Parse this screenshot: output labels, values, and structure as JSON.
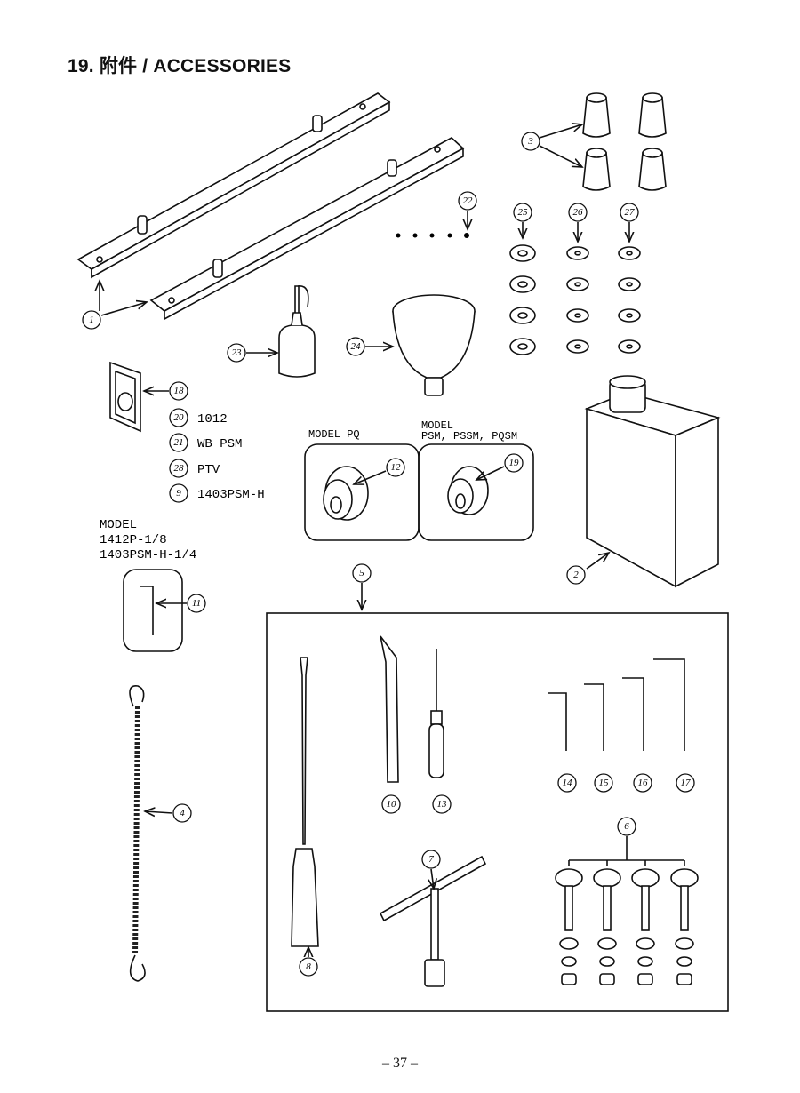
{
  "title": "19. 附件 / ACCESSORIES",
  "callouts": [
    "1",
    "2",
    "3",
    "4",
    "5",
    "6",
    "7",
    "8",
    "9",
    "10",
    "11",
    "12",
    "13",
    "14",
    "15",
    "16",
    "17",
    "18",
    "19",
    "20",
    "21",
    "22",
    "23",
    "24",
    "25",
    "26",
    "27",
    "28"
  ],
  "notes": {
    "n20": "1012",
    "n21": "WB  PSM",
    "n28": "PTV",
    "n9": "1403PSM-H",
    "model_11_line1": "MODEL",
    "model_11_line2": "1412P-1/8",
    "model_11_line3": "1403PSM-H-1/4",
    "model_pq": "MODEL  PQ",
    "model_psm_line1": "MODEL",
    "model_psm_line2": "PSM, PSSM, PQSM"
  },
  "page_number": "– 37 –"
}
